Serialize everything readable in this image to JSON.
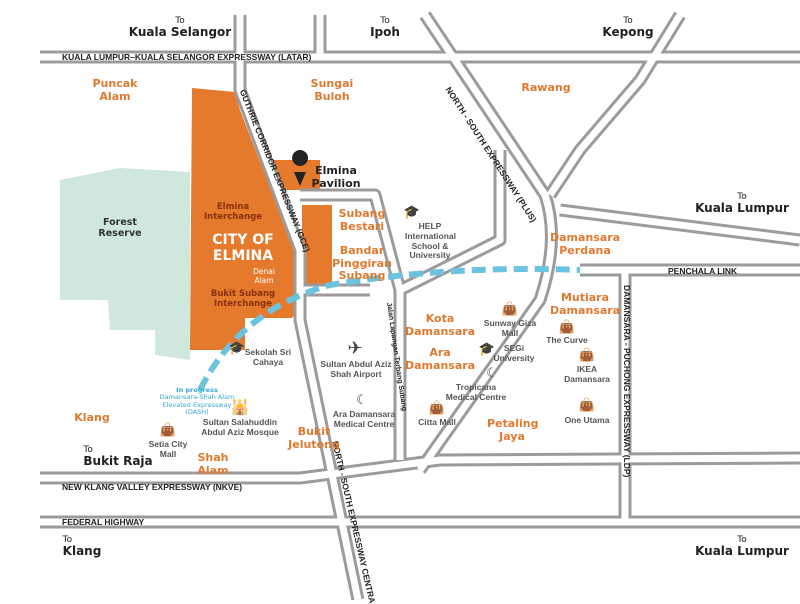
{
  "destinations": {
    "kuala_selangor": {
      "to": "To",
      "name": "Kuala Selangor"
    },
    "ipoh": {
      "to": "To",
      "name": "Ipoh"
    },
    "kepong": {
      "to": "To",
      "name": "Kepong"
    },
    "kuala_lumpur_east": {
      "to": "To",
      "name": "Kuala Lumpur"
    },
    "bukit_raja": {
      "to": "To",
      "name": "Bukit Raja"
    },
    "klang": {
      "to": "To",
      "name": "Klang"
    },
    "kuala_lumpur_south": {
      "to": "To",
      "name": "Kuala Lumpur"
    }
  },
  "roads": {
    "latar": "KUALA LUMPUR–KUALA SELANGOR EXPRESSWAY (LATAR)",
    "gce": "GUTHRIE CORRIDOR EXPRESSWAY (GCE)",
    "plus": "NORTH - SOUTH EXPRESSWAY (PLUS)",
    "penchala": "PENCHALA LINK",
    "ldp": "DAMANSARA - PUCHONG EXPRESSWAY (LDP)",
    "nkve": "NEW KLANG VALLEY EXPRESSWAY (NKVE)",
    "federal": "FEDERAL HIGHWAY",
    "nsec": "NORTH - SOUTH EXPRESSWAY CENTRA",
    "jalan_lapangan": "Jalan Lapangan Terbang Subang"
  },
  "places": {
    "puncak_alam": "Puncak Alam",
    "sungai_buloh": "Sungai Buloh",
    "rawang": "Rawang",
    "subang_bestari": "Subang Bestari",
    "bandar_pinggiran": "Bandar Pinggiran Subang",
    "damansara_perdana": "Damansara Perdana",
    "mutiara_damansara": "Mutiara Damansara",
    "kota_damansara": "Kota Damansara",
    "ara_damansara": "Ara Damansara",
    "klang": "Klang",
    "bukit_jelutong": "Bukit Jelutong",
    "shah_alam": "Shah Alam",
    "petaling_jaya": "Petaling Jaya"
  },
  "elmina": {
    "title": "CITY OF ELMINA",
    "pavilion": "Elmina Pavilion",
    "elmina_interchange": "Elmina Interchange",
    "denai_alam": "Denai Alam",
    "bukit_subang_interchange": "Bukit Subang Interchange",
    "forest_reserve": "Forest Reserve"
  },
  "dash": {
    "status": "In progress",
    "name": "Damansara-Shah Alam Elevated Expressway (DASH)"
  },
  "pois": [
    {
      "name": "HELP International School & University",
      "icon": "graduation-cap-icon"
    },
    {
      "name": "Sekolah Sri Cahaya",
      "icon": "graduation-cap-icon"
    },
    {
      "name": "Sultan Abdul Aziz Shah Airport",
      "icon": "airplane-icon"
    },
    {
      "name": "Ara Damansara Medical Centre",
      "icon": "crescent-icon"
    },
    {
      "name": "Citta Mall",
      "icon": "shopping-bag-icon"
    },
    {
      "name": "Sunway Giza Mall",
      "icon": "shopping-bag-icon"
    },
    {
      "name": "SEGi University",
      "icon": "graduation-cap-icon"
    },
    {
      "name": "Tropicana Medical Centre",
      "icon": "crescent-icon"
    },
    {
      "name": "The Curve",
      "icon": "shopping-bag-icon"
    },
    {
      "name": "IKEA Damansara",
      "icon": "shopping-bag-icon"
    },
    {
      "name": "One Utama",
      "icon": "shopping-bag-icon"
    },
    {
      "name": "Setia City Mall",
      "icon": "shopping-bag-icon"
    },
    {
      "name": "Sultan Salahuddin Abdul Aziz Mosque",
      "icon": "mosque-icon"
    }
  ],
  "colors": {
    "elmina": "#e57a2c",
    "forest": "#cfe7dc",
    "road": "#9b9b9b",
    "dash": "#6cc3e0",
    "place": "#e0792f"
  }
}
